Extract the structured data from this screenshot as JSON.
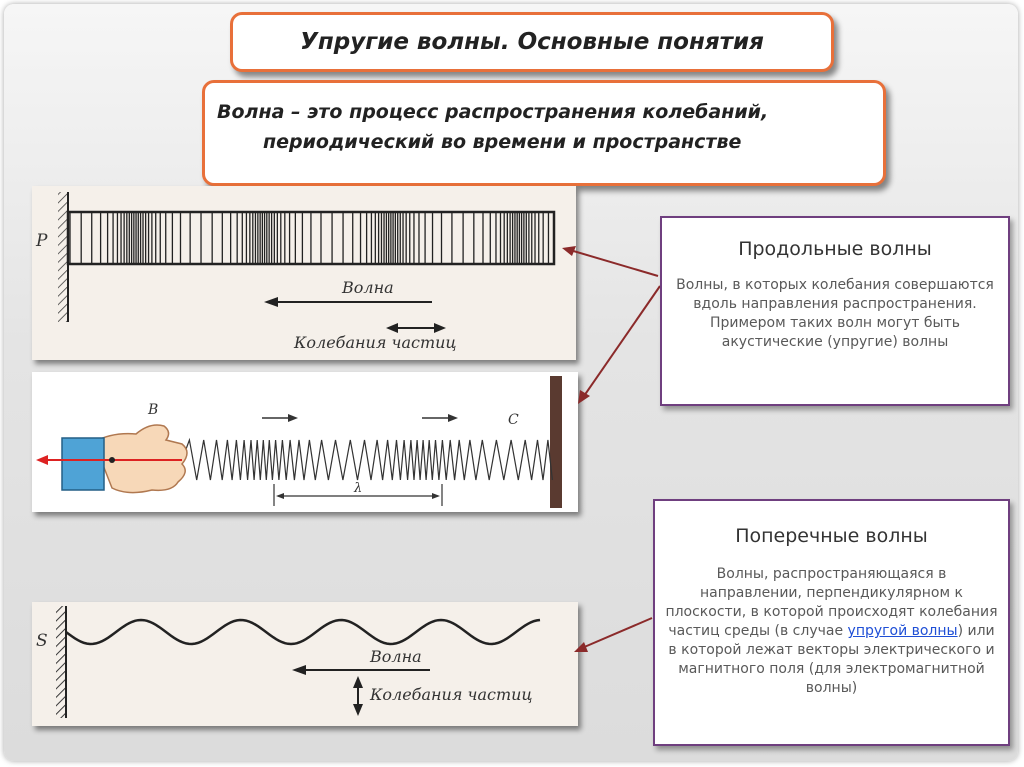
{
  "title": "Упругие волны. Основные понятия",
  "definition": {
    "line1": "Волна – это процесс распространения колебаний,",
    "line2": "периодический во времени и пространстве"
  },
  "longitudinal": {
    "heading": "Продольные волны",
    "text": "Волны, в которых колебания совершаются вдоль направления распространения. Примером таких волн могут быть акустические (упругие) волны"
  },
  "transverse": {
    "heading": "Поперечные волны",
    "text_before": "Волны, распространяющаяся в направлении, перпендикулярном к плоскости, в которой происходят колебания частиц среды (в случае",
    "link": "упругой волны",
    "text_after": ") или в которой лежат векторы электрического и магнитного поля (для электромагнитной волны)"
  },
  "figure1": {
    "wall_label": "P",
    "wave_label": "Волна",
    "oscillation_label": "Колебания частиц"
  },
  "figure2": {
    "label_b": "B",
    "label_c": "C",
    "lambda": "λ"
  },
  "figure3": {
    "wall_label": "S",
    "wave_label": "Волна",
    "oscillation_label": "Колебания частиц"
  },
  "colors": {
    "accent_orange": "#e8703a",
    "box_border": "#6f3f7f",
    "arrow": "#8b2a2a",
    "link": "#1f4fd6"
  }
}
